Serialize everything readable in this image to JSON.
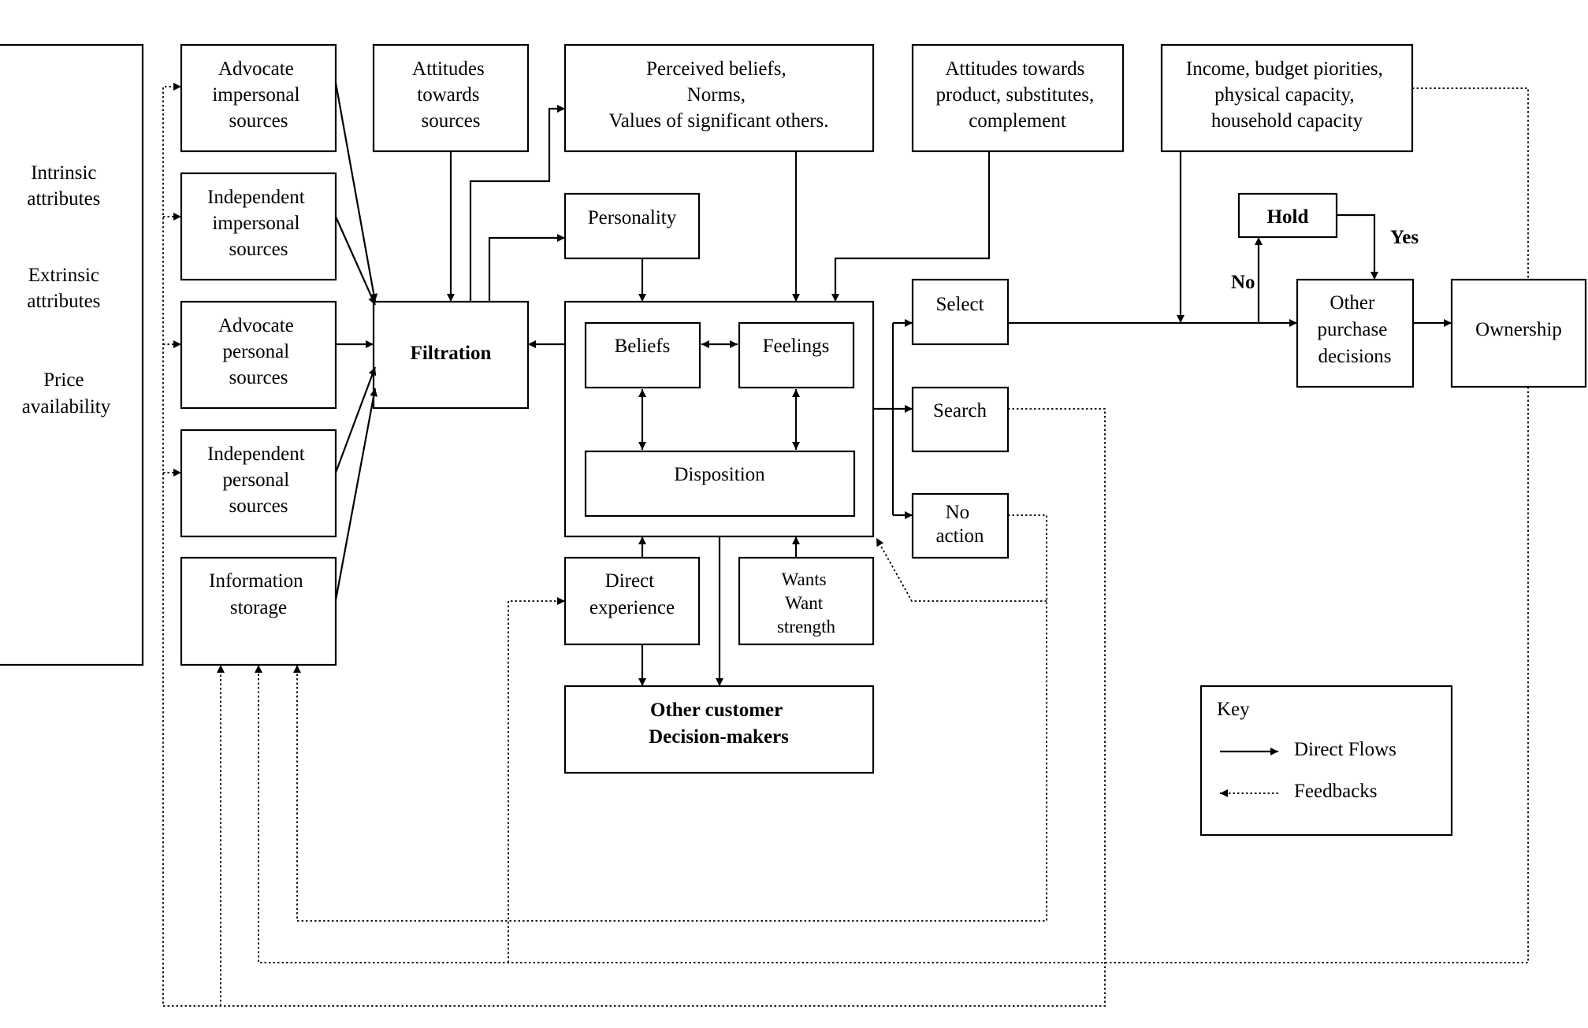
{
  "nodes": {
    "attributes_panel": {
      "lines": [
        "Intrinsic",
        "attributes",
        "",
        "Extrinsic",
        "attributes",
        "",
        "Price",
        "availability"
      ]
    },
    "advocate_impersonal": {
      "lines": [
        "Advocate",
        "impersonal",
        "sources"
      ]
    },
    "independent_impersonal": {
      "lines": [
        "Independent",
        "impersonal",
        "sources"
      ]
    },
    "advocate_personal": {
      "lines": [
        "Advocate",
        "personal",
        "sources"
      ]
    },
    "independent_personal": {
      "lines": [
        "Independent",
        "personal",
        "sources"
      ]
    },
    "information_storage": {
      "lines": [
        "Information",
        "storage"
      ]
    },
    "attitudes_sources": {
      "lines": [
        "Attitudes",
        "towards",
        "sources"
      ]
    },
    "perceived_beliefs": {
      "lines": [
        "Perceived beliefs,",
        "Norms,",
        "Values of significant others."
      ]
    },
    "attitudes_product": {
      "lines": [
        "Attitudes towards",
        "product, substitutes,",
        "complement"
      ]
    },
    "income": {
      "lines": [
        "Income, budget piorities,",
        "physical capacity,",
        "household capacity"
      ]
    },
    "filtration": {
      "lines": [
        "Filtration"
      ]
    },
    "personality": {
      "lines": [
        "Personality"
      ]
    },
    "beliefs": {
      "lines": [
        "Beliefs"
      ]
    },
    "feelings": {
      "lines": [
        "Feelings"
      ]
    },
    "disposition": {
      "lines": [
        "Disposition"
      ]
    },
    "direct_experience": {
      "lines": [
        "Direct",
        "experience"
      ]
    },
    "wants": {
      "lines": [
        "Wants",
        "Want",
        "strength"
      ]
    },
    "other_customer": {
      "lines": [
        "Other customer",
        "Decision-makers"
      ]
    },
    "select": {
      "lines": [
        "Select"
      ]
    },
    "search": {
      "lines": [
        "Search"
      ]
    },
    "no_action": {
      "lines": [
        "No",
        "action"
      ]
    },
    "hold": {
      "lines": [
        "Hold"
      ]
    },
    "other_purchase": {
      "lines": [
        "Other",
        "purchase",
        "decisions"
      ]
    },
    "ownership": {
      "lines": [
        "Ownership"
      ]
    }
  },
  "edge_labels": {
    "no": "No",
    "yes": "Yes"
  },
  "key": {
    "title": "Key",
    "direct_flows": "Direct Flows",
    "feedbacks": "Feedbacks"
  }
}
